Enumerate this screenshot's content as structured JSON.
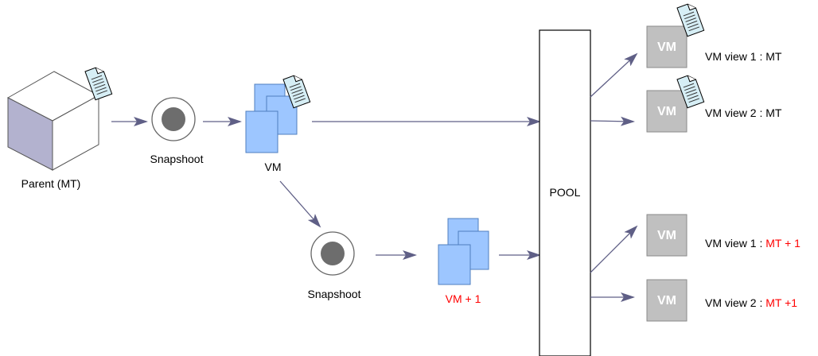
{
  "colors": {
    "arrow": "#5f5f86",
    "cube_top": "#ffffff",
    "cube_left": "#b3b2cf",
    "cube_right": "#ffffff",
    "doc_fill": "#d6eef5",
    "vm_page_fill": "#9dc6ff",
    "vm_page_stroke": "#4f7fbf",
    "vm_box_fill": "#c0c0c0",
    "snapshot_dot": "#6d6d6d",
    "highlight": "#ff0000"
  },
  "parent": {
    "label": "Parent (MT)",
    "icon": "cube-with-document-icon"
  },
  "snapshots": [
    {
      "label": "Snapshoot",
      "icon": "snapshot-icon"
    },
    {
      "label": "Snapshoot",
      "icon": "snapshot-icon"
    }
  ],
  "vm_main": {
    "label": "VM",
    "icon": "vm-pages-icon"
  },
  "vm_plus1": {
    "label": "VM + 1",
    "icon": "vm-pages-icon"
  },
  "pool": {
    "label": "POOL"
  },
  "vm_views": [
    {
      "box": "VM",
      "prefix": "VM view 1 : ",
      "suffix": "MT",
      "suffix_red": false,
      "has_doc": true
    },
    {
      "box": "VM",
      "prefix": "VM view 2 : ",
      "suffix": "MT",
      "suffix_red": false,
      "has_doc": true
    },
    {
      "box": "VM",
      "prefix": "VM view 1 : ",
      "suffix": "MT + 1",
      "suffix_red": true,
      "has_doc": false
    },
    {
      "box": "VM",
      "prefix": "VM view 2 : ",
      "suffix": "MT +1",
      "suffix_red": true,
      "has_doc": false
    }
  ]
}
